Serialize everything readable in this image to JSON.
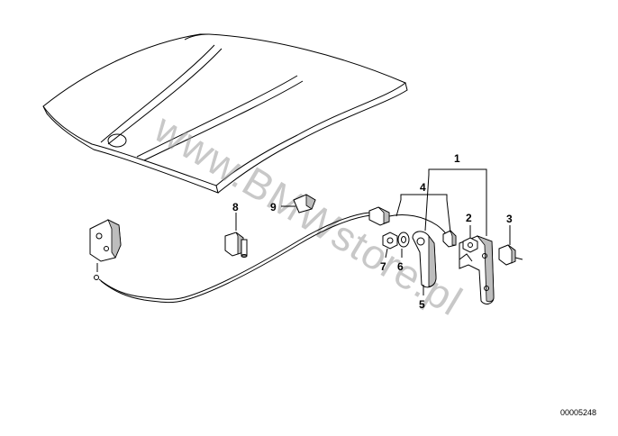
{
  "diagram": {
    "callouts": [
      "1",
      "2",
      "3",
      "4",
      "5",
      "6",
      "7",
      "8",
      "9"
    ],
    "part_number": "00005248",
    "watermark": "www.BMWstore.pl"
  }
}
